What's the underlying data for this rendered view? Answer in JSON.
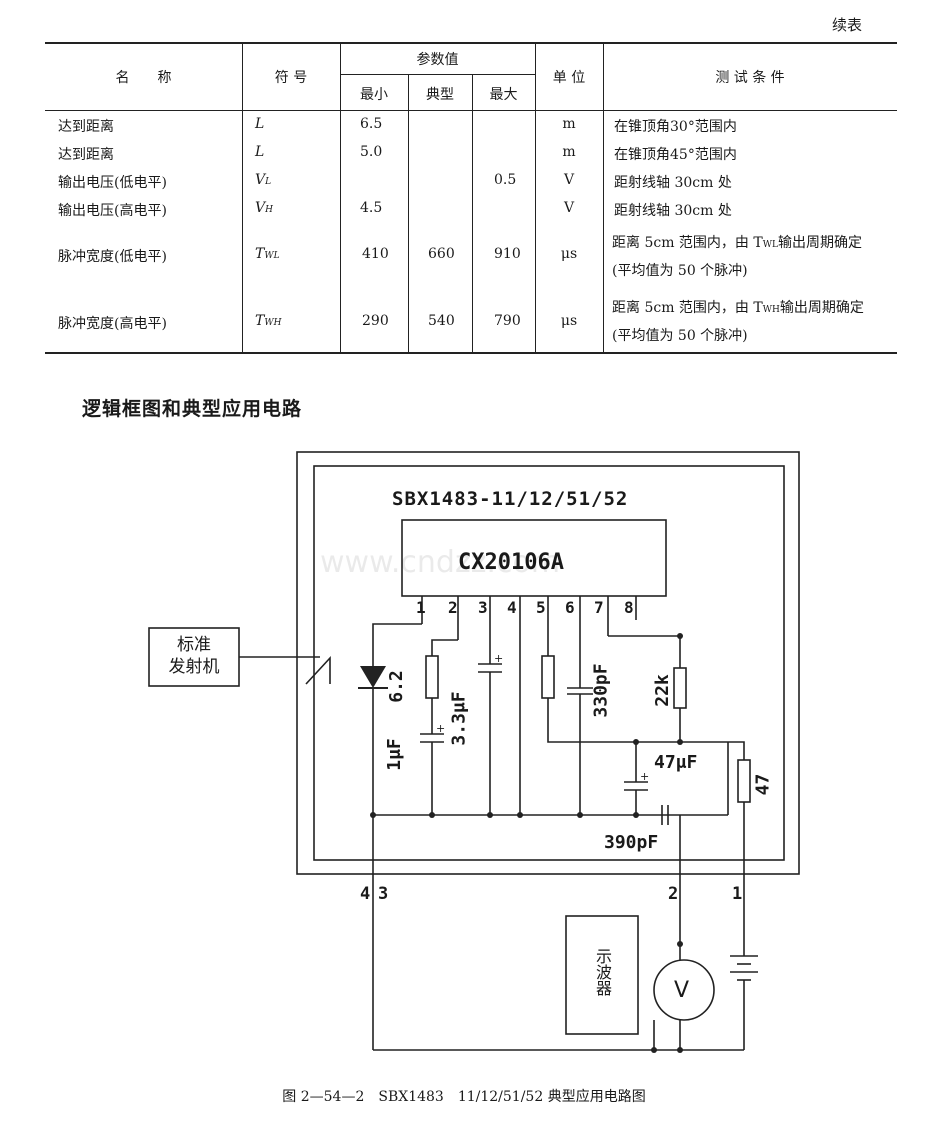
{
  "continued_label": "续表",
  "table": {
    "headers": {
      "name": "名　　称",
      "symbol": "符 号",
      "params": "参数值",
      "min": "最小",
      "typ": "典型",
      "max": "最大",
      "unit": "单 位",
      "cond": "测 试 条 件"
    },
    "rows": [
      {
        "name": "达到距离",
        "sym": "L",
        "sub": "",
        "min": "6.5",
        "typ": "",
        "max": "",
        "unit": "m",
        "cond1": "在锥顶角30°范围内",
        "cond2": ""
      },
      {
        "name": "达到距离",
        "sym": "L",
        "sub": "",
        "min": "5.0",
        "typ": "",
        "max": "",
        "unit": "m",
        "cond1": "在锥顶角45°范围内",
        "cond2": ""
      },
      {
        "name": "输出电压(低电平)",
        "sym": "V",
        "sub": "L",
        "min": "",
        "typ": "",
        "max": "0.5",
        "unit": "V",
        "cond1": "距射线轴 30cm 处",
        "cond2": ""
      },
      {
        "name": "输出电压(高电平)",
        "sym": "V",
        "sub": "H",
        "min": "4.5",
        "typ": "",
        "max": "",
        "unit": "V",
        "cond1": "距射线轴 30cm 处",
        "cond2": ""
      },
      {
        "name": "脉冲宽度(低电平)",
        "sym": "T",
        "sub": "WL",
        "min": "410",
        "typ": "660",
        "max": "910",
        "unit": "μs",
        "cond1": "距离 5cm 范围内，由 T",
        "cond1sub": "WL",
        "cond1b": "输出周期确定",
        "cond2": "(平均值为 50 个脉冲)"
      },
      {
        "name": "脉冲宽度(高电平)",
        "sym": "T",
        "sub": "WH",
        "min": "290",
        "typ": "540",
        "max": "790",
        "unit": "μs",
        "cond1": "距离 5cm 范围内，由 T",
        "cond1sub": "WH",
        "cond1b": "输出周期确定",
        "cond2": "(平均值为 50 个脉冲)"
      }
    ]
  },
  "section_title": "逻辑框图和典型应用电路",
  "circuit": {
    "module_label": "SBX1483-11/12/51/52",
    "ic_label": "CX20106A",
    "pins": [
      "1",
      "2",
      "3",
      "4",
      "5",
      "6",
      "7",
      "8"
    ],
    "transmitter_line1": "标准",
    "transmitter_line2": "发射机",
    "r1": "6.2",
    "c1": "1μF",
    "c2": "3.3μF",
    "c3": "330pF",
    "r2": "22k",
    "c4": "47μF",
    "r3": "47",
    "c5": "390pF",
    "ext_pins": [
      "4",
      "3",
      "2",
      "1"
    ],
    "scope_label": "示波器",
    "meter_label": "V",
    "watermark": "www.cndzz.com"
  },
  "caption": "图 2—54—2　SBX1483　11/12/51/52 典型应用电路图"
}
